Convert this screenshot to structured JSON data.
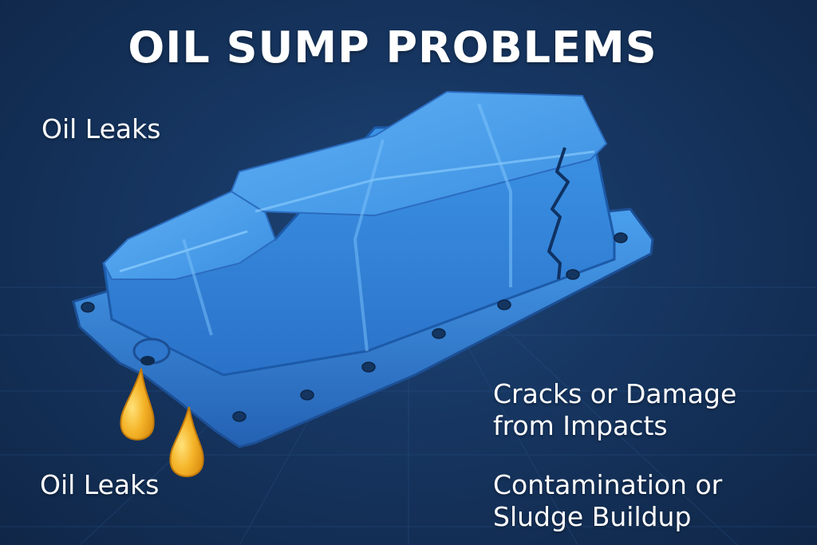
{
  "title": "OIL SUMP PROBLEMS",
  "labels": {
    "top_left": "Oil Leaks",
    "bottom_left": "Oil Leaks",
    "right_1_line1": "Cracks or Damage",
    "right_1_line2": "from Impacts",
    "right_2_line1": "Contamination or",
    "right_2_line2": "Sludge Buildup"
  },
  "colors": {
    "background": "#163560",
    "pan_blue": "#3a8fe0",
    "oil_drop": "#f2a81d",
    "text": "#ffffff"
  },
  "icons": [
    "oil-pan-illustration",
    "oil-drop-icon",
    "crack-icon"
  ]
}
